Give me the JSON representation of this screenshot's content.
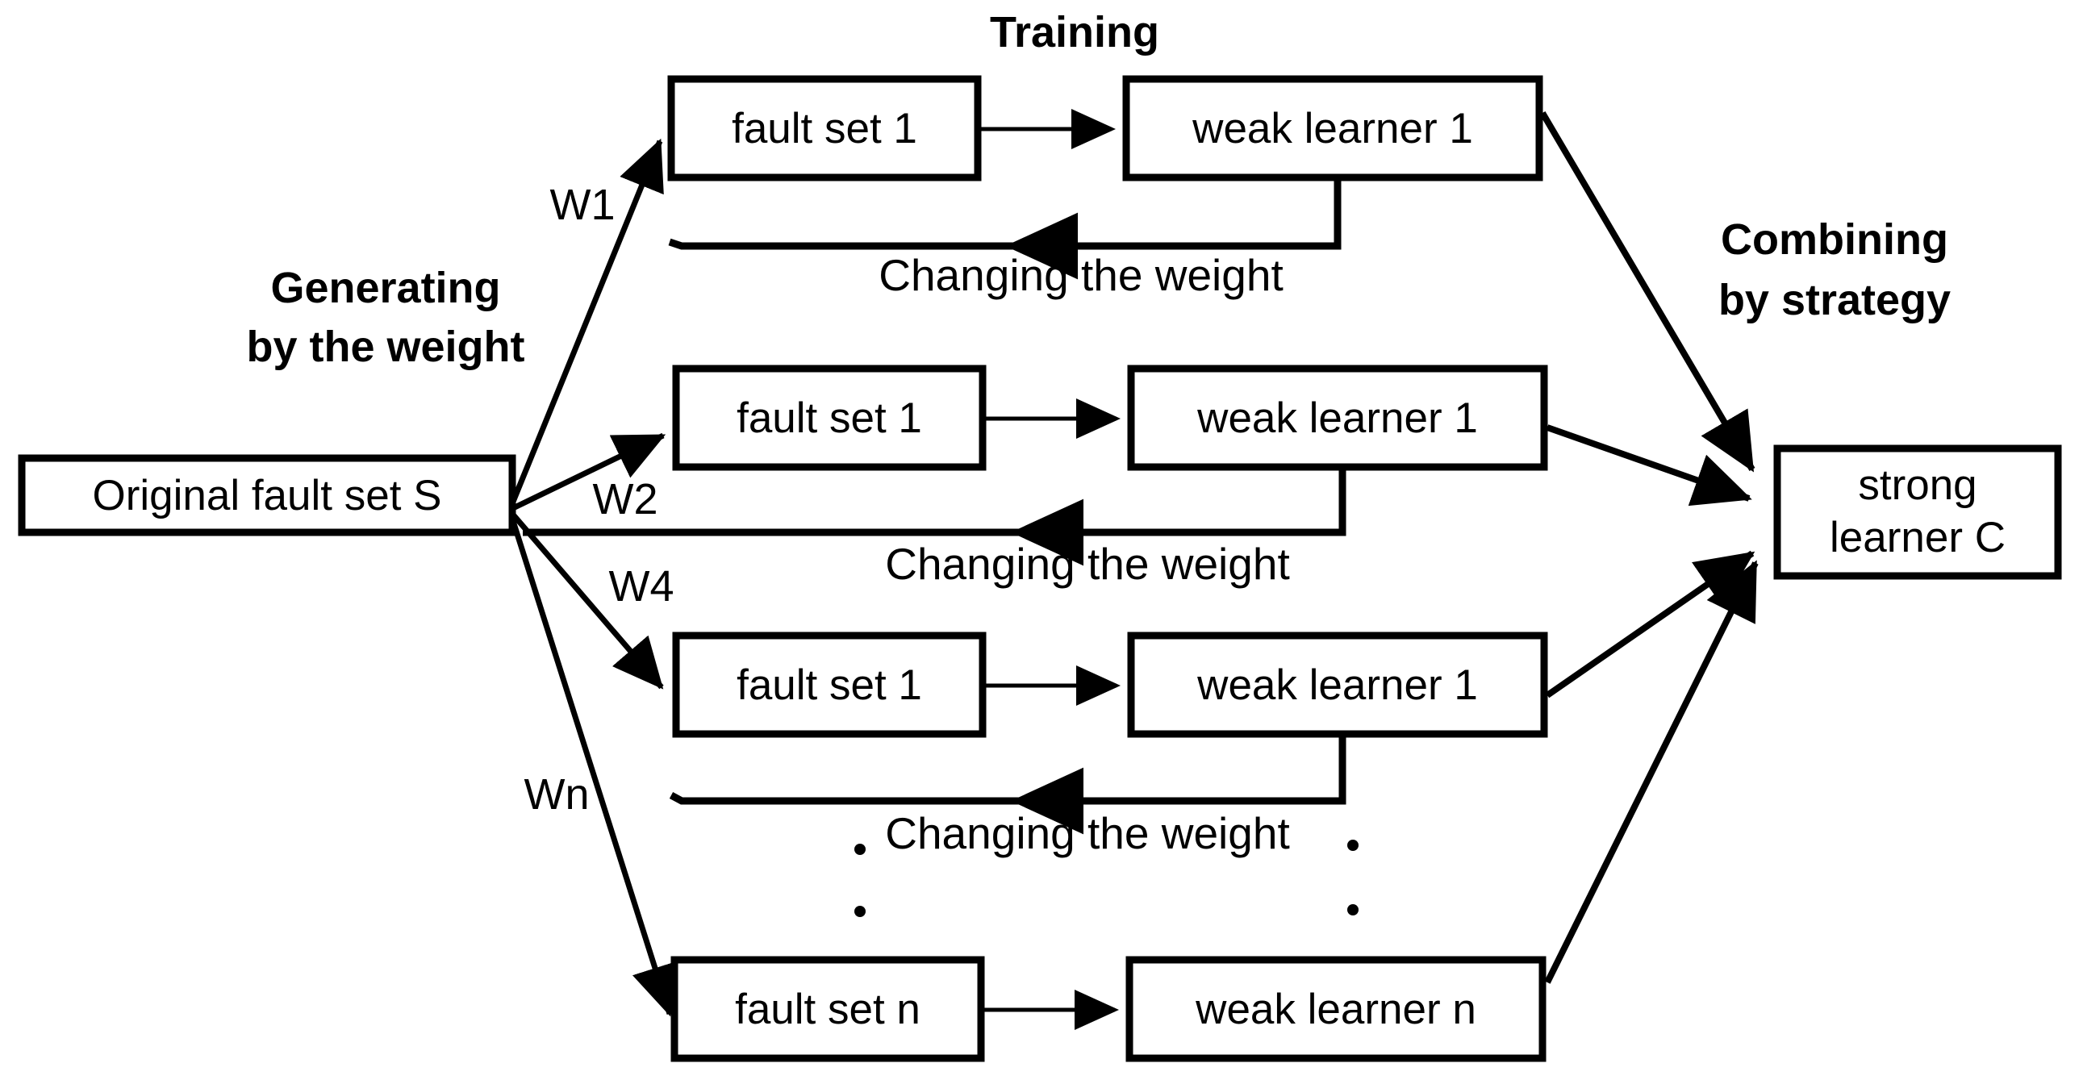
{
  "diagram": {
    "title_hidden": "",
    "captions": {
      "generating_line1": "Generating",
      "generating_line2": "by the weight",
      "training": "Training",
      "combining_line1": "Combining",
      "combining_line2": "by strategy",
      "changing_weight": "Changing the weight"
    },
    "weights": [
      {
        "label": "W1"
      },
      {
        "label": "W2"
      },
      {
        "label": "W4"
      },
      {
        "label": "Wn"
      }
    ],
    "source": {
      "label": "Original fault set S"
    },
    "output": {
      "line1": "strong",
      "line2": "learner C"
    },
    "rows": [
      {
        "fault_set": "fault set 1",
        "weak_learner": "weak learner 1",
        "feedback": "Changing the weight"
      },
      {
        "fault_set": "fault set 1",
        "weak_learner": "weak learner 1",
        "feedback": "Changing the weight"
      },
      {
        "fault_set": "fault set 1",
        "weak_learner": "weak learner 1",
        "feedback": "Changing the weight"
      },
      {
        "fault_set": "fault set n",
        "weak_learner": "weak learner n",
        "feedback": ""
      }
    ],
    "ellipsis": {
      "glyph": "·"
    },
    "colors": {
      "stroke": "#000000",
      "fill": "#ffffff",
      "text": "#000000"
    }
  }
}
